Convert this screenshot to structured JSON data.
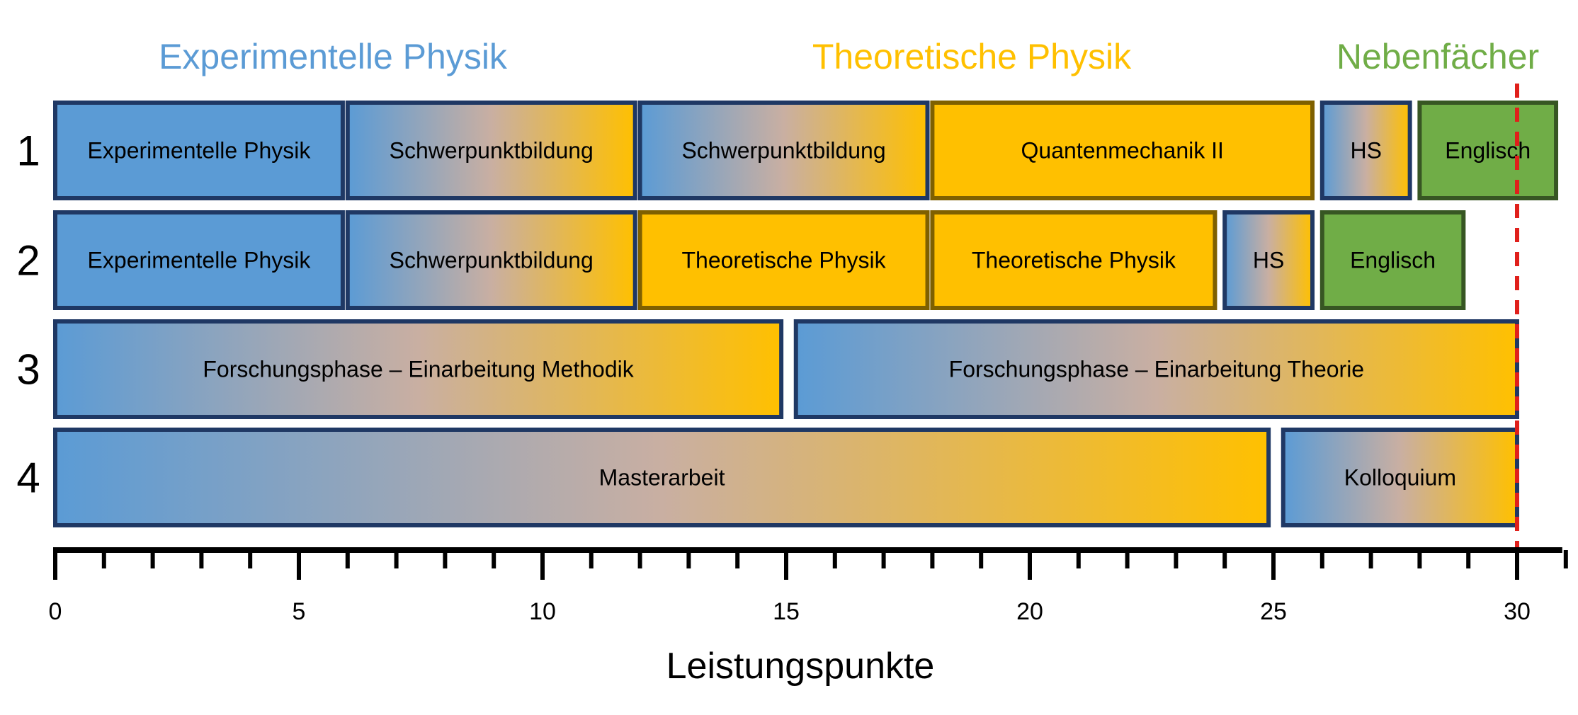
{
  "colors": {
    "experimental": "#5B9BD5",
    "theoretical": "#FFC000",
    "minor": "#70AD47",
    "border_blue": "#1F3864",
    "border_gold": "#7F6000",
    "border_green": "#375623",
    "deadline": "#E0201B"
  },
  "legend": [
    {
      "key": "experimental",
      "label": "Experimentelle Physik"
    },
    {
      "key": "theoretical",
      "label": "Theoretische Physik"
    },
    {
      "key": "minor",
      "label": "Nebenfächer"
    }
  ],
  "chart_data": {
    "type": "gantt",
    "xlabel": "Leistungspunkte",
    "xlim": [
      0,
      31
    ],
    "x_ticks": [
      0,
      5,
      10,
      15,
      20,
      25,
      30
    ],
    "minor_tick_step": 1,
    "deadline_x": 30,
    "rows": [
      {
        "label": "1",
        "blocks": [
          {
            "label": "Experimentelle Physik",
            "start": 0,
            "end": 5.9,
            "category": "experimental"
          },
          {
            "label": "Schwerpunktbildung",
            "start": 6.0,
            "end": 11.9,
            "category": "mixed"
          },
          {
            "label": "Schwerpunktbildung",
            "start": 12.0,
            "end": 17.9,
            "category": "mixed"
          },
          {
            "label": "Quantenmechanik II",
            "start": 18.0,
            "end": 25.8,
            "category": "theoretical"
          },
          {
            "label": "HS",
            "start": 26.0,
            "end": 27.8,
            "category": "mixed"
          },
          {
            "label": "Englisch",
            "start": 28.0,
            "end": 30.8,
            "category": "minor"
          }
        ]
      },
      {
        "label": "2",
        "blocks": [
          {
            "label": "Experimentelle Physik",
            "start": 0,
            "end": 5.9,
            "category": "experimental"
          },
          {
            "label": "Schwerpunktbildung",
            "start": 6.0,
            "end": 11.9,
            "category": "mixed"
          },
          {
            "label": "Theoretische Physik",
            "start": 12.0,
            "end": 17.9,
            "category": "theoretical"
          },
          {
            "label": "Theoretische Physik",
            "start": 18.0,
            "end": 23.8,
            "category": "theoretical"
          },
          {
            "label": "HS",
            "start": 24.0,
            "end": 25.8,
            "category": "mixed"
          },
          {
            "label": "Englisch",
            "start": 26.0,
            "end": 28.9,
            "category": "minor"
          }
        ]
      },
      {
        "label": "3",
        "blocks": [
          {
            "label": "Forschungsphase – Einarbeitung Methodik",
            "start": 0,
            "end": 14.9,
            "category": "mixed"
          },
          {
            "label": "Forschungsphase – Einarbeitung Theorie",
            "start": 15.2,
            "end": 30.0,
            "category": "mixed"
          }
        ]
      },
      {
        "label": "4",
        "blocks": [
          {
            "label": "Masterarbeit",
            "start": 0,
            "end": 24.9,
            "category": "mixed"
          },
          {
            "label": "Kolloquium",
            "start": 25.2,
            "end": 30.0,
            "category": "mixed"
          }
        ]
      }
    ]
  }
}
